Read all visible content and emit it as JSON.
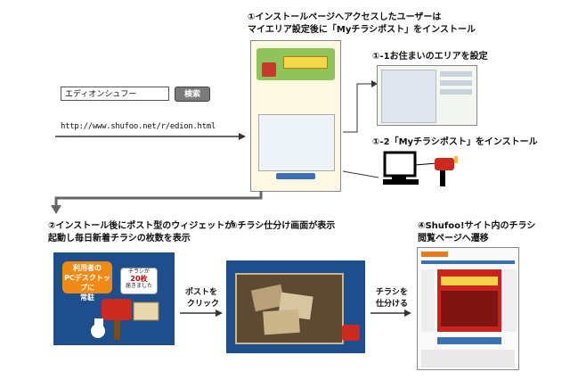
{
  "step1": {
    "title_line1": "①インストールページへアクセスしたユーザーは",
    "title_line2": "マイエリア設定後に「Myチラシポスト」をインストール"
  },
  "step1_1": {
    "label": "①-1お住まいのエリアを設定"
  },
  "step1_2": {
    "label": "①-2「Myチラシポスト」をインストール"
  },
  "search": {
    "value": "エディオンシュフー",
    "button_label": "検索"
  },
  "url": "http://www.shufoo.net/r/edion.html",
  "step2": {
    "line1": "②インストール後にポスト型のウィジェットが",
    "line2": "起動し毎日新着チラシの枚数を表示",
    "badge_line1": "利用者の",
    "badge_line2": "PCデスクトップに",
    "badge_line3": "常駐",
    "bubble_line1": "チラシが",
    "bubble_count": "20枚",
    "bubble_line2": "届きました"
  },
  "step3": {
    "line1": "③チラシ仕分け画面が表示"
  },
  "step4": {
    "line1": "④Shufoo!サイト内のチラシ",
    "line2": "閲覧ページへ遷移"
  },
  "arrow_labels": {
    "post_click_line1": "ポストを",
    "post_click_line2": "クリック",
    "sort_line1": "チラシを",
    "sort_line2": "仕分ける"
  },
  "colors": {
    "blue_panel": "#1f4e8c",
    "badge_orange": "#f08a17",
    "mailbox_red": "#cc2a1e"
  }
}
